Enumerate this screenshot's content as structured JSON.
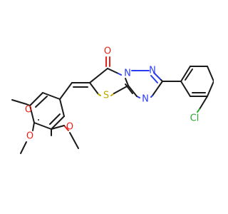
{
  "molecule": {
    "atom_labels": {
      "carbonyl_o": "O",
      "ring_s": "S",
      "n_top_left": "N",
      "n_top_right": "N",
      "n_bottom": "N",
      "chlorine": "Cl",
      "methoxy_o_upper": "O",
      "methoxy_o_middle": "O",
      "methoxy_o_lower": "O"
    },
    "colors": {
      "carbon_bond": "#1a1a1a",
      "nitrogen": "#2a3cf0",
      "oxygen": "#e8221b",
      "sulfur": "#bfa700",
      "chlorine": "#2fa82f"
    }
  }
}
